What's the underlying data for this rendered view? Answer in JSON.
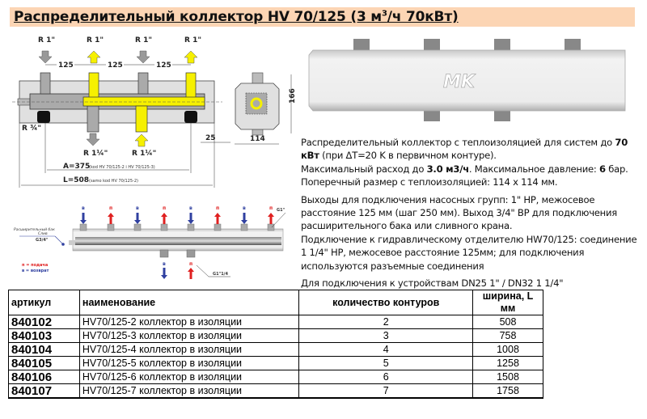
{
  "title": {
    "main": "Распределительный коллектор HV 70/125 (3 м",
    "sup": "3",
    "tail": "/ч 70кВт)"
  },
  "drawing": {
    "top_labels": [
      "R 1\"",
      "R 1\"",
      "R 1\"",
      "R 1\""
    ],
    "spacing": [
      "125",
      "125",
      "125"
    ],
    "drain": "R ¾\"",
    "bottom_labels": [
      "R 1¼\"",
      "R 1¼\""
    ],
    "offset": "25",
    "a_dim": "A=375",
    "a_note": "(kod HV 70/125-2 i HV 70/125-3)",
    "l_dim": "L=508",
    "l_note": "(samo kod HV 70/125-2)",
    "height": "166",
    "width": "114"
  },
  "photo": {
    "logo": "MK"
  },
  "scheme": {
    "top_flow": [
      "в",
      "п",
      "в",
      "п",
      "в",
      "п",
      "в",
      "п"
    ],
    "bottom_flow": [
      "в",
      "п"
    ],
    "tank_label": "Расширительный бак",
    "drain_label": "Слив",
    "tank_thread": "G3/4\"",
    "top_thread": "G1\"",
    "bottom_thread": "G1\"1/4",
    "legend_supply": "п = подача",
    "legend_return": "в = возврат",
    "colors": {
      "supply": "#e02020",
      "return": "#3040a0"
    }
  },
  "description": {
    "p1a": "Распределительный коллектор с теплоизоляцией для систем до ",
    "p1b": "70 кВт",
    "p1c": " (при ΔT=20 K в первичном контуре).",
    "p2a": "Максимальный расход до ",
    "p2b": "3.0 м3/ч",
    "p2c": ". Максимальное давление: ",
    "p2d": "6",
    "p2e": " бар.",
    "p3": "Поперечный размер с теплоизоляцией: 114 x 114 мм.",
    "p4": "Выходы для подключения насосных групп: 1\" НР, межосевое расстояние 125 мм (шаг 250 мм). Выход 3/4\" ВР для подключения расширительного бака или сливного крана.",
    "p5": "Подключение к гидравлическому отделителю HW70/125: соединение 1 1/4\" НР, межосевое расстояние 125мм;  для подключения используются разъемные соединения",
    "p6": "Для подключения к устройствам DN25 1\" / DN32 1 1/4\""
  },
  "table": {
    "headers": [
      "артикул",
      "наименование",
      "количество контуров",
      "ширина, L мм"
    ],
    "rows": [
      [
        "840102",
        "HV70/125-2 коллектор в изоляции",
        "2",
        "508"
      ],
      [
        "840103",
        "HV70/125-3 коллектор в изоляции",
        "3",
        "758"
      ],
      [
        "840104",
        "HV70/125-4 коллектор в изоляции",
        "4",
        "1008"
      ],
      [
        "840105",
        "HV70/125-5 коллектор в изоляции",
        "5",
        "1258"
      ],
      [
        "840106",
        "HV70/125-6 коллектор в изоляции",
        "6",
        "1508"
      ],
      [
        "840107",
        "HV70/125-7 коллектор в изоляции",
        "7",
        "1758"
      ]
    ]
  }
}
